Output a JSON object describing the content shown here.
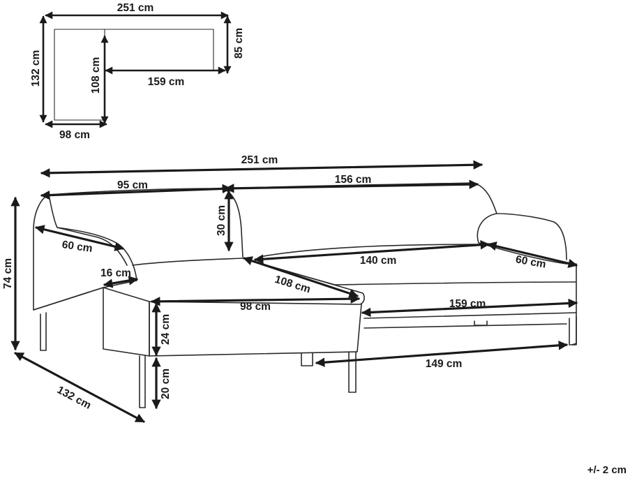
{
  "plan": {
    "width": "251 cm",
    "right_depth": "85 cm",
    "total_depth": "132 cm",
    "inner_depth": "108 cm",
    "inner_width": "159 cm",
    "chaise_width": "98 cm"
  },
  "sofa": {
    "overall_width": "251 cm",
    "chaise_width": "95 cm",
    "main_width": "156 cm",
    "height": "74 cm",
    "back_height": "30 cm",
    "left_arm_depth": "60 cm",
    "arm_width": "16 cm",
    "seat_depth": "108 cm",
    "seat_width": "140 cm",
    "right_arm_depth": "60 cm",
    "chaise_front_width": "98 cm",
    "front_width": "159 cm",
    "cushion_height": "24 cm",
    "leg_height": "20 cm",
    "leg_span": "149 cm",
    "chaise_depth": "132 cm"
  },
  "tolerance": "+/- 2 cm"
}
